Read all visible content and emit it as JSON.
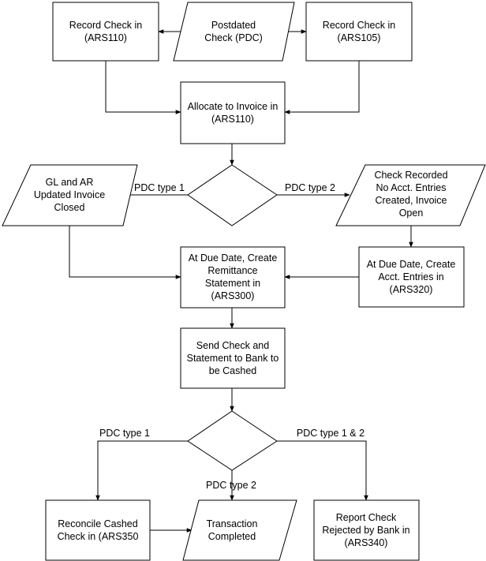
{
  "nodes": {
    "record_check_ars110": {
      "lines": [
        "Record Check in",
        "(ARS110)"
      ]
    },
    "postdated_check": {
      "lines": [
        "Postdated",
        "Check (PDC)"
      ]
    },
    "record_check_ars105": {
      "lines": [
        "Record Check in",
        "(ARS105)"
      ]
    },
    "allocate_invoice": {
      "lines": [
        "Allocate to Invoice in",
        "(ARS110)"
      ]
    },
    "gl_ar_updated": {
      "lines": [
        "GL and AR",
        "Updated Invoice",
        "Closed"
      ]
    },
    "check_recorded": {
      "lines": [
        "Check Recorded",
        "No Acct. Entries",
        "Created, Invoice",
        "Open"
      ]
    },
    "create_remittance": {
      "lines": [
        "At Due Date, Create",
        "Remittance",
        "Statement in",
        "(ARS300)"
      ]
    },
    "create_acct_entries": {
      "lines": [
        "At Due Date, Create",
        "Acct. Entries in",
        "(ARS320)"
      ]
    },
    "send_check": {
      "lines": [
        "Send Check and",
        "Statement to Bank to",
        "be Cashed"
      ]
    },
    "reconcile": {
      "lines": [
        "Reconcile Cashed",
        "Check in (ARS350"
      ]
    },
    "transaction_completed": {
      "lines": [
        "Transaction",
        "Completed"
      ]
    },
    "report_rejected": {
      "lines": [
        "Report Check",
        "Rejected by Bank in",
        "(ARS340)"
      ]
    }
  },
  "edge_labels": {
    "pdc_type_1_top": "PDC type 1",
    "pdc_type_2_top": "PDC type 2",
    "pdc_type_1_bottom": "PDC type 1",
    "pdc_type_2_bottom": "PDC type 2",
    "pdc_type_1_2_bottom": "PDC type 1 & 2"
  }
}
